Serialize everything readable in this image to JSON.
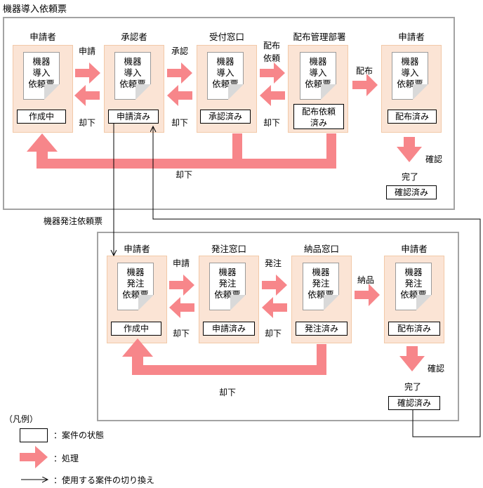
{
  "top": {
    "title": "機器導入依頼票",
    "roles": [
      "申請者",
      "承認者",
      "受付窓口",
      "配布管理部署",
      "申請者"
    ],
    "doc_lines": [
      "機器",
      "導入",
      "依頼票"
    ],
    "statuses": [
      "作成中",
      "申請済み",
      "承認済み",
      "配布依頼済み",
      "配布済み"
    ],
    "actions": {
      "apply": "申請",
      "approve": "承認",
      "dist_req_1": "配布",
      "dist_req_2": "依頼",
      "distribute": "配布",
      "reject": "却下",
      "confirm": "確認",
      "done": "完了",
      "confirmed": "確認済み"
    }
  },
  "switch_label": "機器発注依頼票",
  "bottom": {
    "roles": [
      "申請者",
      "発注窓口",
      "納品窓口",
      "申請者"
    ],
    "doc_lines": [
      "機器",
      "発注",
      "依頼票"
    ],
    "statuses": [
      "作成中",
      "申請済み",
      "発注済み",
      "配布済み"
    ],
    "actions": {
      "apply": "申請",
      "order": "発注",
      "deliver": "納品",
      "reject": "却下",
      "confirm": "確認",
      "done": "完了",
      "confirmed": "確認済み"
    }
  },
  "legend": {
    "title": "（凡例）",
    "items": [
      "：案件の状態",
      "：処理",
      "：使用する案件の切り換え"
    ]
  },
  "colors": {
    "arrow": "#f7868a",
    "panel": "#fbe4d5",
    "frame": "#a3a3a3"
  }
}
